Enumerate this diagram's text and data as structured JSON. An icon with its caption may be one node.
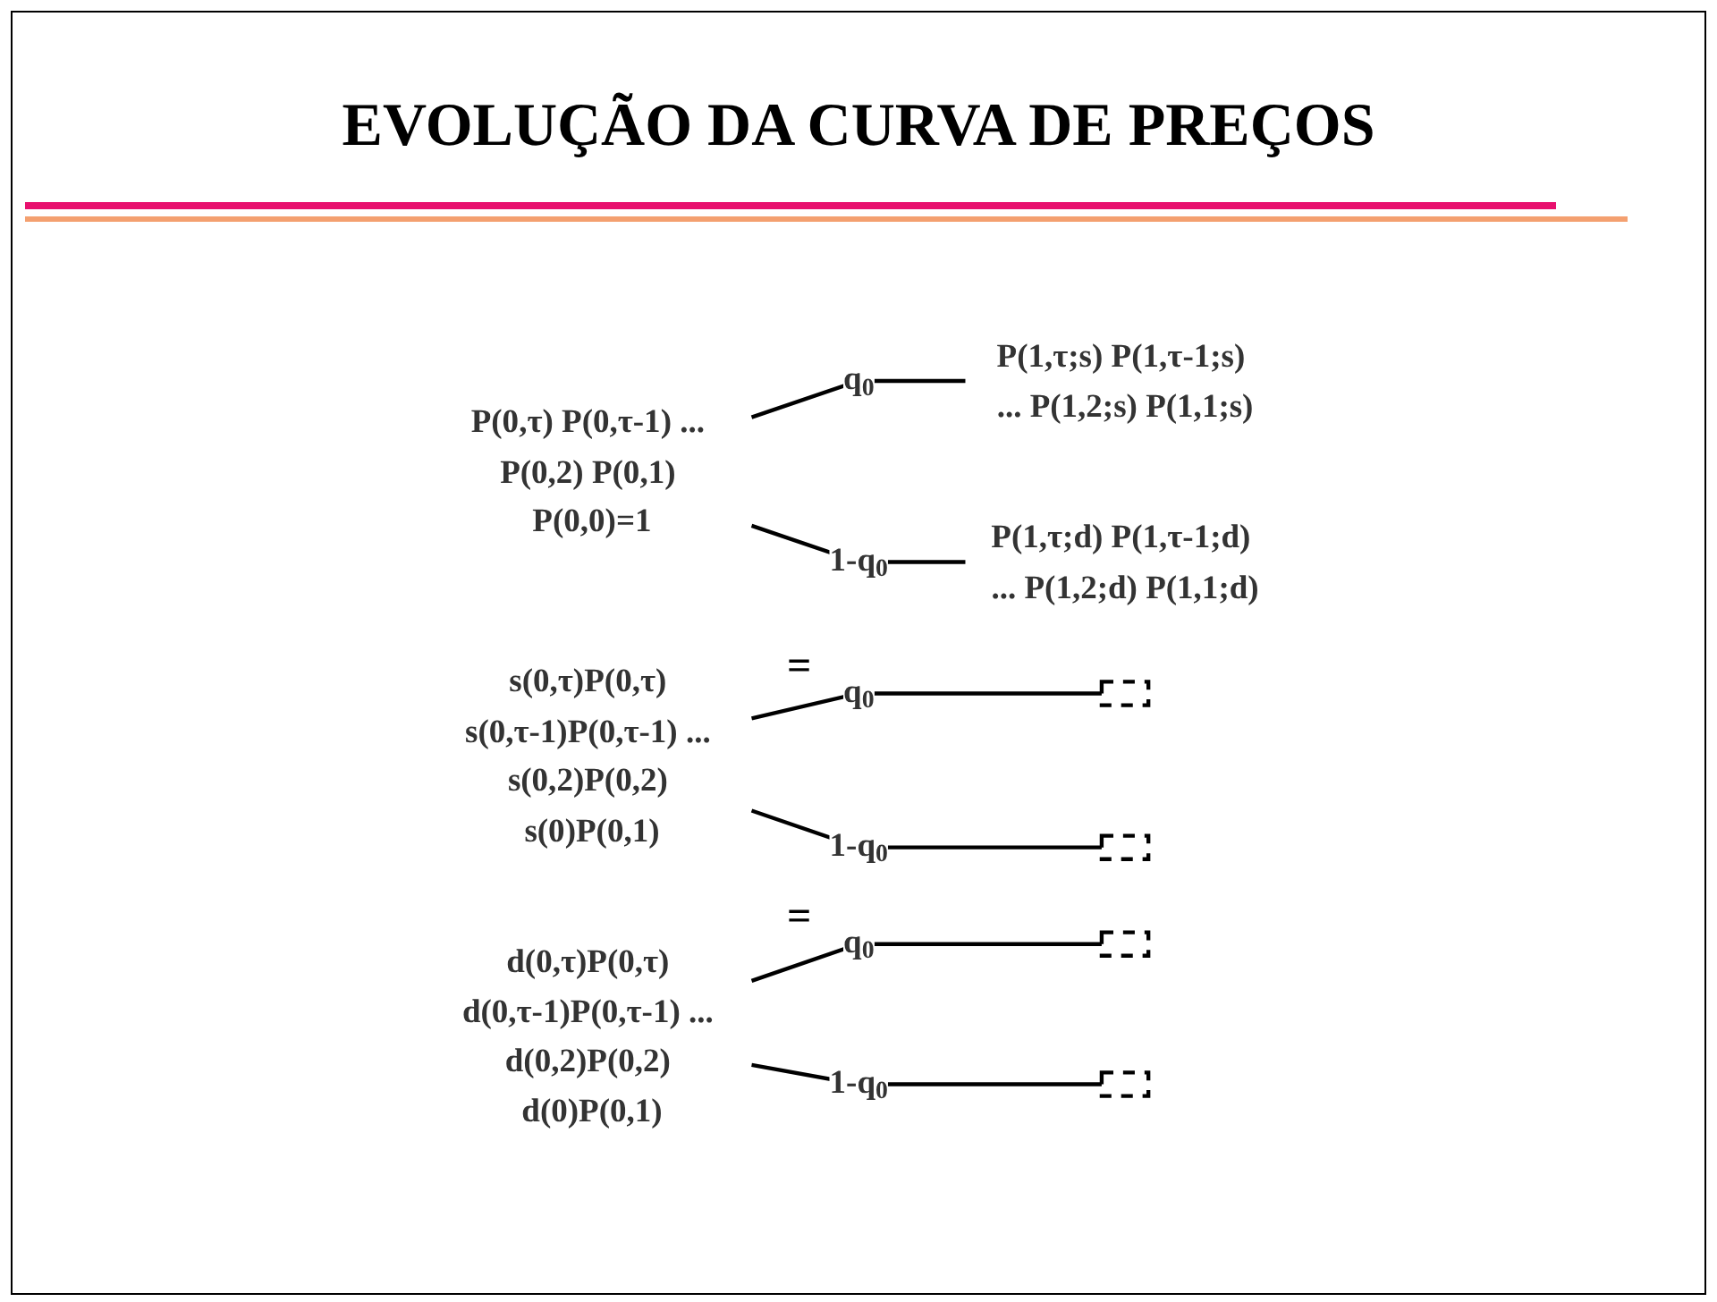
{
  "diagram": {
    "title": "EVOLUÇÃO DA CURVA DE PREÇOS",
    "nodes": [
      {
        "text": [
          "P(0,τ) P(0,τ-1) ... P(0,2) P(0,1) P(0,0)=1"
        ]
      },
      {
        "text": [
          "P(1,τ;s) P(1,τ-1;s) ... P(1,2;s) P(1,1;s)"
        ]
      },
      {
        "text": [
          "P(1,τ;d) P(1,τ-1;d) ... P(1,2;d) P(1,1;d)"
        ]
      },
      {
        "text": [
          "s(0,τ)P(0,τ) s(0,τ-1)P(0,τ-1) ... s(0,2)P(0,2) s(0)P(0,1)"
        ]
      },
      {
        "text": [
          "d(0,τ)P(0,τ) d(0,τ-1)P(0,τ-1) ... d(0,2)P(0,2) d(0)P(0,1)"
        ]
      },
      {
        "text": [],
        "shape": "line"
      },
      {
        "text": [],
        "shape": "line"
      },
      {
        "text": [],
        "shape": "line"
      },
      {
        "text": [],
        "shape": "line"
      }
    ],
    "edges": [
      {
        "from": 0,
        "to": 1,
        "arrow": "none",
        "label": "q$_{0}$"
      },
      {
        "from": 0,
        "to": 2,
        "arrow": "none",
        "label": "1-q$_{0}$"
      },
      {
        "from": 3,
        "to": 5,
        "arrow": "none",
        "label": "q$_{0}$"
      },
      {
        "from": 3,
        "to": 6,
        "arrow": "none",
        "label": "1-q$_{0}$"
      },
      {
        "from": 4,
        "to": 7,
        "arrow": "none",
        "label": "q$_{0}$"
      },
      {
        "from": 4,
        "to": 8,
        "arrow": "none",
        "label": "1-q$_{0}$"
      }
    ],
    "labels": [
      "=",
      "="
    ]
  }
}
